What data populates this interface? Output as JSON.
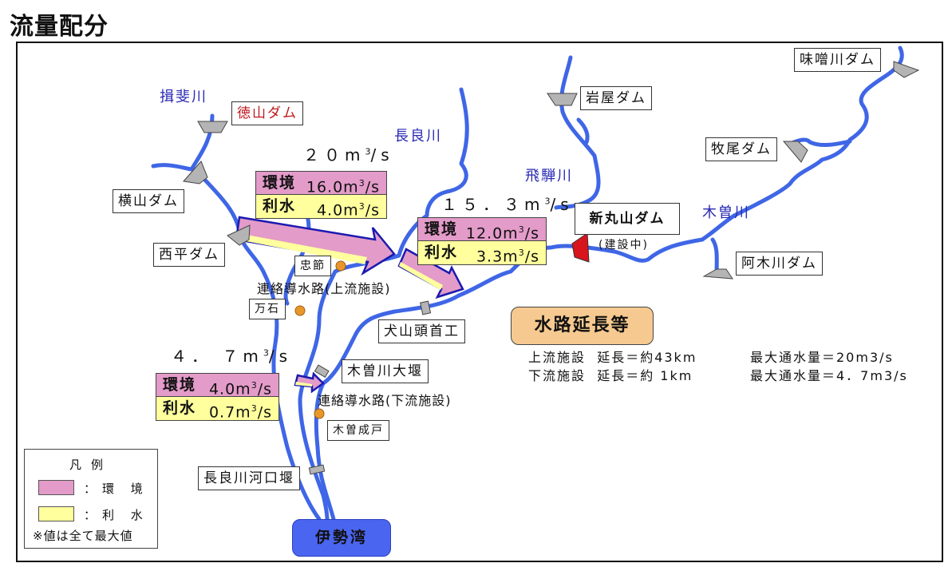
{
  "page": {
    "title": "流量配分"
  },
  "rivers": {
    "ibi": "揖斐川",
    "nagara": "長良川",
    "hida": "飛騨川",
    "kiso": "木曽川"
  },
  "dams": {
    "tokuyama": "徳山ダム",
    "yokoyama": "横山ダム",
    "nishihira": "西平ダム",
    "iwaya": "岩屋ダム",
    "misogawa": "味噌川ダム",
    "makio": "牧尾ダム",
    "ajigawa": "阿木川ダム",
    "shinmaruyama": "新丸山ダム",
    "shinmaruyama_note": "(建設中)"
  },
  "facilities": {
    "chusetsu": "忠節",
    "mangoku": "万石",
    "upstream_channel": "連絡導水路(上流施設)",
    "inuyama": "犬山頭首工",
    "kiso_oozeki": "木曽川大堰",
    "downstream_channel": "連絡導水路(下流施設)",
    "kiso_naruto": "木曽成戸",
    "nagara_estuary": "長良川河口堰",
    "ise_bay": "伊勢湾"
  },
  "flows": [
    {
      "id": "upper",
      "total": "２０m",
      "total_unit": "/s",
      "environment": {
        "label": "環境",
        "value": "16.0m",
        "unit": "/s"
      },
      "water_use": {
        "label": "利水",
        "value": "4.0m",
        "unit": "/s"
      }
    },
    {
      "id": "middle",
      "total": "１５．３m",
      "total_unit": "/s",
      "environment": {
        "label": "環境",
        "value": "12.0m",
        "unit": "/s"
      },
      "water_use": {
        "label": "利水",
        "value": "3.3m",
        "unit": "/s"
      }
    },
    {
      "id": "lower",
      "total": "４． ７m",
      "total_unit": "/s",
      "environment": {
        "label": "環境",
        "value": "4.0m",
        "unit": "/s"
      },
      "water_use": {
        "label": "利水",
        "value": "0.7m",
        "unit": "/s"
      }
    }
  ],
  "channel_specs": {
    "heading": "水路延長等",
    "rows": [
      {
        "facility": "上流施設",
        "length": "延長＝約43km",
        "capacity": "最大通水量＝20m3/s"
      },
      {
        "facility": "下流施設",
        "length": "延長＝約 1km",
        "capacity": "最大通水量＝4．7m3/s"
      }
    ]
  },
  "legend": {
    "title": "凡例",
    "items": [
      {
        "label": "：環 境",
        "color": "#e39bc9"
      },
      {
        "label": "：利 水",
        "color": "#ffff9e"
      }
    ],
    "note": "※値は全て最大値"
  },
  "colors": {
    "river": "#3f66e6",
    "river_label": "#2a2ab4",
    "environment": "#e39bc9",
    "water_use": "#ffff9e",
    "dam": "#b4b4b4",
    "dam_construction": "#d8141c",
    "facility_point": "#e8982a",
    "arrow_outline": "#1a1ab0",
    "bay": "#4a65ef",
    "heading_pill": "#f5c990"
  }
}
